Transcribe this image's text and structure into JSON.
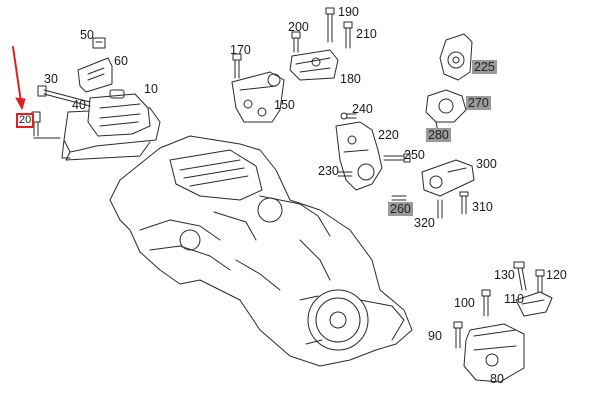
{
  "diagram": {
    "callouts": [
      {
        "id": "c50",
        "text": "50"
      },
      {
        "id": "c60",
        "text": "60"
      },
      {
        "id": "c30",
        "text": "30"
      },
      {
        "id": "c40",
        "text": "40"
      },
      {
        "id": "c10",
        "text": "10"
      },
      {
        "id": "c20",
        "text": "20"
      },
      {
        "id": "c200",
        "text": "200"
      },
      {
        "id": "c190",
        "text": "190"
      },
      {
        "id": "c210",
        "text": "210"
      },
      {
        "id": "c170",
        "text": "170"
      },
      {
        "id": "c180",
        "text": "180"
      },
      {
        "id": "c150",
        "text": "150"
      },
      {
        "id": "c225",
        "text": "225"
      },
      {
        "id": "c270",
        "text": "270"
      },
      {
        "id": "c280",
        "text": "280"
      },
      {
        "id": "c240",
        "text": "240"
      },
      {
        "id": "c220",
        "text": "220"
      },
      {
        "id": "c250",
        "text": "250"
      },
      {
        "id": "c300",
        "text": "300"
      },
      {
        "id": "c230",
        "text": "230"
      },
      {
        "id": "c260",
        "text": "260"
      },
      {
        "id": "c320",
        "text": "320"
      },
      {
        "id": "c310",
        "text": "310"
      },
      {
        "id": "c130",
        "text": "130"
      },
      {
        "id": "c120",
        "text": "120"
      },
      {
        "id": "c100",
        "text": "100"
      },
      {
        "id": "c110",
        "text": "110"
      },
      {
        "id": "c90",
        "text": "90"
      },
      {
        "id": "c80",
        "text": "80"
      }
    ],
    "highlighted": [
      "225",
      "270",
      "280",
      "260"
    ],
    "selected": "20",
    "colors": {
      "line": "#2a2a2a",
      "highlight": "#9a9a9a",
      "selection": "#e02020"
    }
  }
}
